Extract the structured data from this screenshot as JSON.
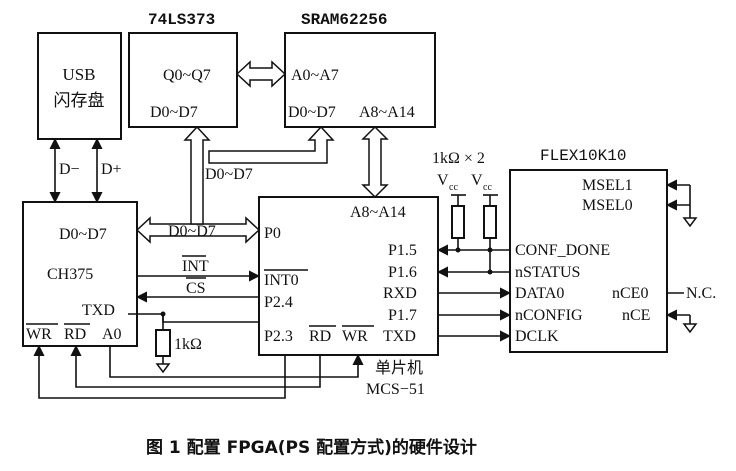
{
  "caption": "图 1   配置 FPGA(PS 配置方式)的硬件设计",
  "usb": {
    "line1": "USB",
    "line2": "闪存盘",
    "d_minus": "D−",
    "d_plus": "D+"
  },
  "latch": {
    "title": "74LS373",
    "q": "Q0~Q7",
    "d": "D0~D7"
  },
  "sram": {
    "title": "SRAM62256",
    "a_low": "A0~A7",
    "d": "D0~D7",
    "a_high": "A8~A14"
  },
  "ch375": {
    "name": "CH375",
    "d": "D0~D7",
    "txd": "TXD",
    "wr": "WR",
    "rd": "RD",
    "a0": "A0"
  },
  "bus": {
    "data1": "D0~D7",
    "data2": "D0~D7",
    "int": "INT",
    "cs": "CS"
  },
  "mcu": {
    "a_high": "A8~A14",
    "p0": "P0",
    "int0": "INT0",
    "p24": "P2.4",
    "p15": "P1.5",
    "p16": "P1.6",
    "rxd": "RXD",
    "p17": "P1.7",
    "txd": "TXD",
    "p23": "P2.3",
    "rd": "RD",
    "wr": "WR",
    "label1": "单片机",
    "label2": "MCS−51"
  },
  "resistor": {
    "value": "1kΩ"
  },
  "pullups": {
    "label": "1kΩ × 2",
    "vcc": "V",
    "vcc_sub": "cc"
  },
  "fpga": {
    "title": "FLEX10K10",
    "msel1": "MSEL1",
    "msel0": "MSEL0",
    "conf_done": "CONF_DONE",
    "nstatus": "nSTATUS",
    "data0": "DATA0",
    "nconfig": "nCONFIG",
    "dclk": "DCLK",
    "nce0": "nCE0",
    "nce": "nCE",
    "nc": "N.C."
  }
}
